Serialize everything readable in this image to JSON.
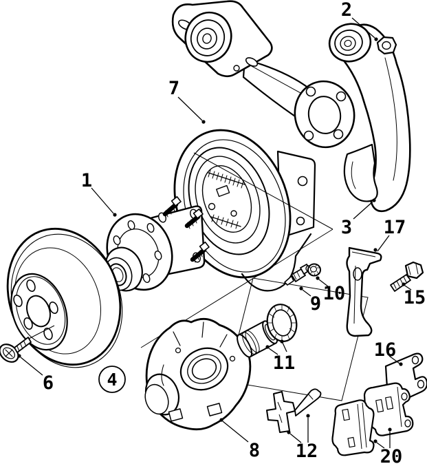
{
  "figure": {
    "kind": "exploded-parts-line-drawing",
    "colors": {
      "line": "#000000",
      "background": "#ffffff"
    }
  },
  "labels": [
    {
      "text": "1",
      "circled": false
    },
    {
      "text": "2",
      "circled": false
    },
    {
      "text": "3",
      "circled": false
    },
    {
      "text": "4",
      "circled": true
    },
    {
      "text": "6",
      "circled": false
    },
    {
      "text": "7",
      "circled": false
    },
    {
      "text": "8",
      "circled": false
    },
    {
      "text": "9",
      "circled": false
    },
    {
      "text": "10",
      "circled": false
    },
    {
      "text": "11",
      "circled": false
    },
    {
      "text": "12",
      "circled": false
    },
    {
      "text": "15",
      "circled": false
    },
    {
      "text": "16",
      "circled": false
    },
    {
      "text": "17",
      "circled": false
    },
    {
      "text": "20",
      "circled": false
    }
  ]
}
